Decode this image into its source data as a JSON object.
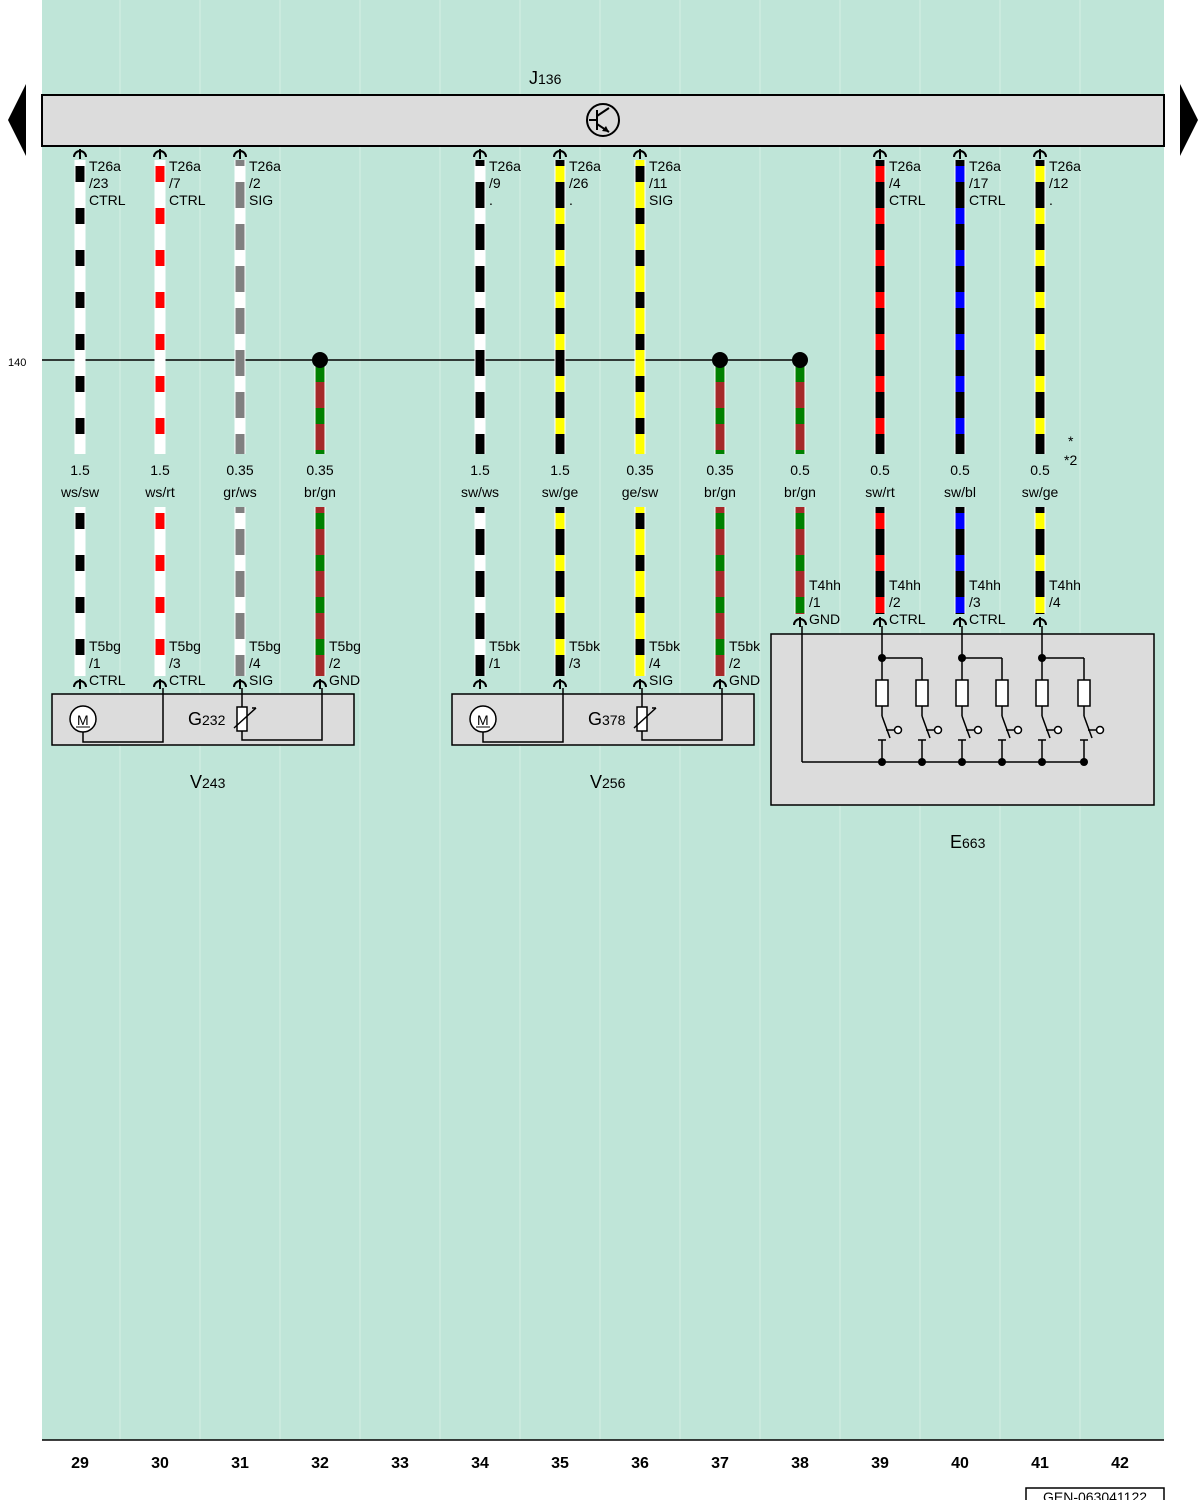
{
  "diagram": {
    "control_unit": {
      "letter": "J",
      "number": "136"
    },
    "reference_line_label": "140",
    "footnote_marks": [
      "*",
      "*2"
    ],
    "document_code": "GEN-063041122",
    "colors": {
      "background": "#bfe5d8",
      "ws": "#ffffff",
      "sw": "#000000",
      "rt": "#ff0000",
      "gr": "#808080",
      "br": "#a52a2a",
      "gn": "#008000",
      "ge": "#ffff00",
      "bl": "#0000ff"
    },
    "columns": [
      "29",
      "30",
      "31",
      "32",
      "33",
      "34",
      "35",
      "36",
      "37",
      "38",
      "39",
      "40",
      "41",
      "42"
    ],
    "wires": [
      {
        "col": "29",
        "size": "1.5",
        "color": "ws/sw",
        "top": [
          "T26a",
          "/23",
          "CTRL"
        ],
        "bottom": [
          "T5bg",
          "/1",
          "CTRL"
        ]
      },
      {
        "col": "30",
        "size": "1.5",
        "color": "ws/rt",
        "top": [
          "T26a",
          "/7",
          "CTRL"
        ],
        "bottom": [
          "T5bg",
          "/3",
          "CTRL"
        ]
      },
      {
        "col": "31",
        "size": "0.35",
        "color": "gr/ws",
        "top": [
          "T26a",
          "/2",
          "SIG"
        ],
        "bottom": [
          "T5bg",
          "/4",
          "SIG"
        ]
      },
      {
        "col": "32",
        "size": "0.35",
        "color": "br/gn",
        "top": null,
        "bottom": [
          "T5bg",
          "/2",
          "GND"
        ]
      },
      {
        "col": "34",
        "size": "1.5",
        "color": "sw/ws",
        "top": [
          "T26a",
          "/9",
          "."
        ],
        "bottom": [
          "T5bk",
          "/1",
          ""
        ]
      },
      {
        "col": "35",
        "size": "1.5",
        "color": "sw/ge",
        "top": [
          "T26a",
          "/26",
          "."
        ],
        "bottom": [
          "T5bk",
          "/3",
          ""
        ]
      },
      {
        "col": "36",
        "size": "0.35",
        "color": "ge/sw",
        "top": [
          "T26a",
          "/11",
          "SIG"
        ],
        "bottom": [
          "T5bk",
          "/4",
          "SIG"
        ]
      },
      {
        "col": "37",
        "size": "0.35",
        "color": "br/gn",
        "top": null,
        "bottom": [
          "T5bk",
          "/2",
          "GND"
        ]
      },
      {
        "col": "38",
        "size": "0.5",
        "color": "br/gn",
        "top": null,
        "bottom": [
          "T4hh",
          "/1",
          "GND"
        ]
      },
      {
        "col": "39",
        "size": "0.5",
        "color": "sw/rt",
        "top": [
          "T26a",
          "/4",
          "CTRL"
        ],
        "bottom": [
          "T4hh",
          "/2",
          "CTRL"
        ]
      },
      {
        "col": "40",
        "size": "0.5",
        "color": "sw/bl",
        "top": [
          "T26a",
          "/17",
          "CTRL"
        ],
        "bottom": [
          "T4hh",
          "/3",
          "CTRL"
        ]
      },
      {
        "col": "41",
        "size": "0.5",
        "color": "sw/ge",
        "top": [
          "T26a",
          "/12",
          "."
        ],
        "bottom": [
          "T4hh",
          "/4",
          ""
        ]
      }
    ],
    "components": [
      {
        "letter": "V",
        "number": "243",
        "sensor_letter": "G",
        "sensor_number": "232",
        "motor_symbol": "M"
      },
      {
        "letter": "V",
        "number": "256",
        "sensor_letter": "G",
        "sensor_number": "378",
        "motor_symbol": "M"
      },
      {
        "letter": "E",
        "number": "663"
      }
    ]
  }
}
